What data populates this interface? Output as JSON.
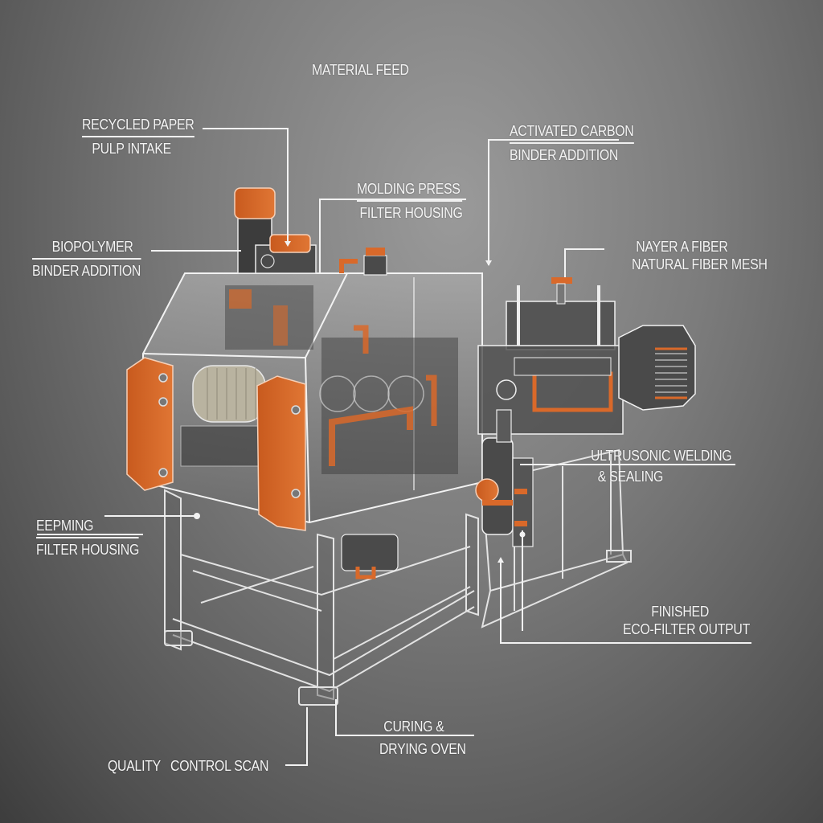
{
  "diagram": {
    "subject": "Eco-filter manufacturing machine (annotated cutaway)",
    "colors": {
      "background": "#7c7c7c",
      "accent_orange": "#d9692a",
      "line_white": "#f2f2f2",
      "housing_glass": "#8e8e8e",
      "dark_parts": "#3e3e3e"
    },
    "labels": [
      {
        "id": "material-feed",
        "lines": [
          "MATERIAL FEED"
        ]
      },
      {
        "id": "recycled-paper",
        "lines": [
          "RECYCLED PAPER",
          "PULP INTAKE"
        ]
      },
      {
        "id": "activated-carbon",
        "lines": [
          "ACTIVATED CARBON",
          "BINDER ADDITION"
        ]
      },
      {
        "id": "molding-press",
        "lines": [
          "MOLDING PRESS",
          "FILTER HOUSING"
        ]
      },
      {
        "id": "biopolymer",
        "lines": [
          "BIOPOLYMER",
          "BINDER ADDITION"
        ]
      },
      {
        "id": "nayer-fiber",
        "lines": [
          "NAYER  A FIBER",
          "NATURAL FIBER MESH"
        ]
      },
      {
        "id": "ultrasonic",
        "lines": [
          "ULTRUSONIC WELDING",
          "& SEALING"
        ]
      },
      {
        "id": "eepming",
        "lines": [
          "EEPMING",
          "FILTER HOUSING"
        ]
      },
      {
        "id": "finished",
        "lines": [
          "FINISHED",
          "ECO-FILTER OUTPUT"
        ]
      },
      {
        "id": "curing",
        "lines": [
          "CURING &",
          "DRYING OVEN"
        ]
      },
      {
        "id": "quality",
        "lines": [
          "QUALITY   CONTROL SCAN"
        ]
      }
    ]
  }
}
